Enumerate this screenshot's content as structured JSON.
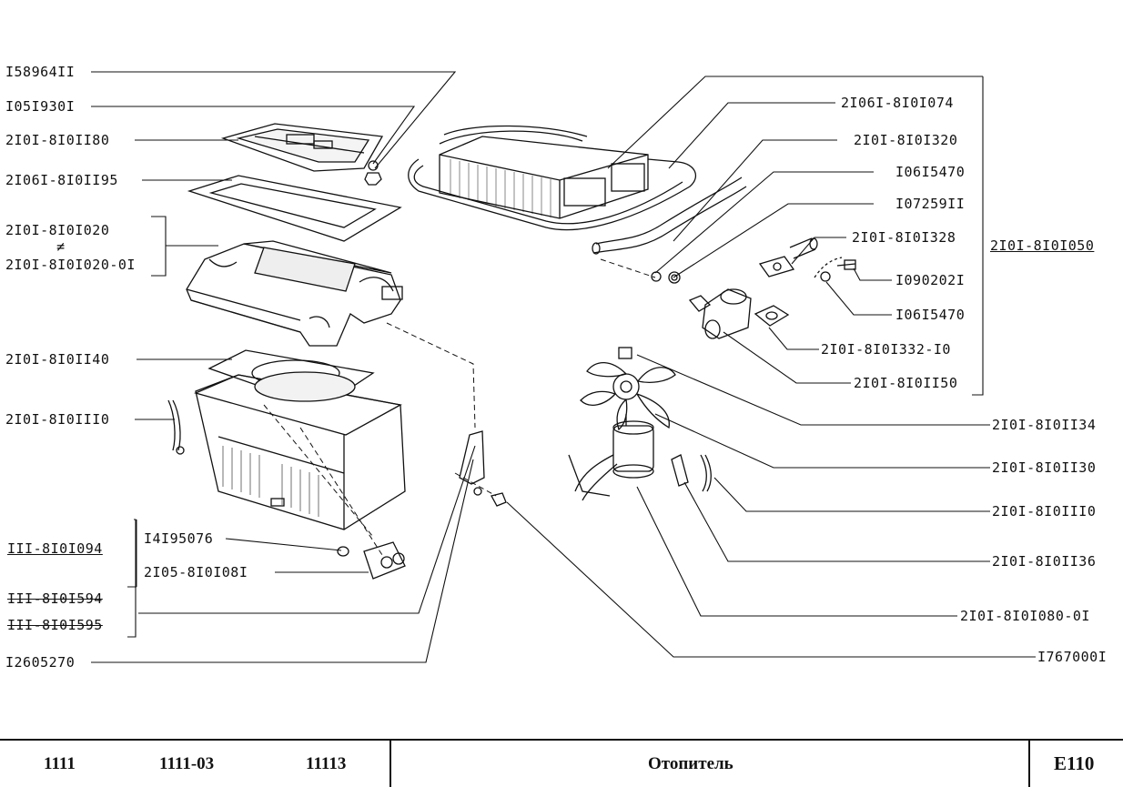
{
  "labels": {
    "l01": "I58964II",
    "l02": "I05I930I",
    "l03": "2I0I-8I0II80",
    "l04": "2I06I-8I0II95",
    "l05": "2I0I-8I0I020",
    "l05b": "≠",
    "l06": "2I0I-8I0I020-0I",
    "l07": "2I0I-8I0II40",
    "l08": "2I0I-8I0III0",
    "l09": "III-8I0I094",
    "l10": "I4I95076",
    "l11": "2I05-8I0I08I",
    "l12": "III-8I0I594",
    "l13": "III-8I0I595",
    "l14": "I2605270",
    "r01": "2I06I-8I0I074",
    "r02": "2I0I-8I0I320",
    "r03": "I06I5470",
    "r04": "I07259II",
    "r05": "2I0I-8I0I328",
    "r06": "2I0I-8I0I050",
    "r07": "I090202I",
    "r08": "I06I5470",
    "r09": "2I0I-8I0I332-I0",
    "r10": "2I0I-8I0II50",
    "r11": "2I0I-8I0II34",
    "r12": "2I0I-8I0II30",
    "r13": "2I0I-8I0III0",
    "r14": "2I0I-8I0II36",
    "r15": "2I0I-8I0I080-0I",
    "r16": "I767000I"
  },
  "titlebar": {
    "model1": "1111",
    "model2": "1111-03",
    "model3": "11113",
    "title": "Отопитель",
    "code": "E110"
  }
}
